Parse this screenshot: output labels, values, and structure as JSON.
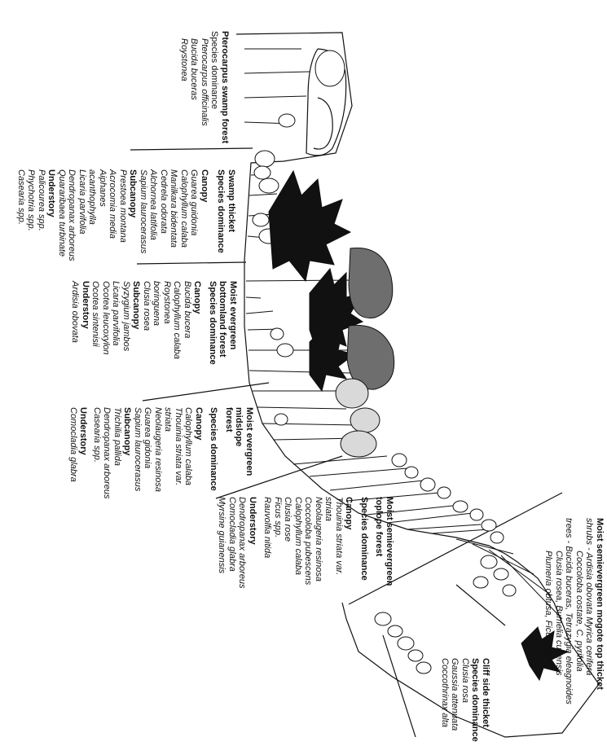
{
  "zones": {
    "pterocarpus": {
      "title": "Pterocarpus swamp forest",
      "sub": "Species dominance",
      "canopy_species": [
        "Pterocarpus officinalis",
        "Bucida buceras",
        "Roystonea"
      ]
    },
    "swamp_thicket": {
      "title": "Swamp thicket",
      "sub": "Species dominance",
      "canopy_heading": "Canopy",
      "canopy_species": [
        "Guarea guidonia",
        "Calophyllum calaba",
        "Manilkara bidentata",
        "Cedrela odorata",
        "Alchornea latifolia",
        "Sapium laurocerasus"
      ],
      "subcanopy_heading": "Subcanopy",
      "subcanopy_species": [
        "Prestoea montana",
        "Aiphanes",
        "acanthophylla",
        "Licaria parvifolia",
        "Dendropanax arboreus",
        "Quararibaea turbinate"
      ],
      "subcanopy_extra": "Acrocomia media",
      "understory_heading": "Understory",
      "understory_species": [
        "Palicourea spp.",
        "Phychotria spp.",
        "Casearia spp."
      ]
    },
    "bottomland": {
      "title_1": "Moist evergreen",
      "title_2": "bottomland forest",
      "sub": "Species dominance",
      "canopy_heading": "Canopy",
      "canopy_species": [
        "Bucida bucera",
        "Calophyllum calaba",
        "Roystonea",
        "boringuena",
        "Clusia rosea"
      ],
      "subcanopy_heading": "Subcanopy",
      "subcanopy_species": [
        "Syzygium jambos",
        "Licaria parvifolia",
        "Ocotea leucoxylon",
        "Ocotea sintenisii"
      ],
      "understory_heading": "Understory",
      "understory_species": [
        "Ardisia obovata"
      ]
    },
    "midslope": {
      "title_1": "Moist evergreen",
      "title_2": "midslope",
      "title_3": "forest",
      "sub": "Species dominance",
      "canopy_heading": "Canopy",
      "canopy_species": [
        "Calophyllum calaba",
        "Thouinia striata var.",
        "striata",
        "Neolaugeria resinosa",
        "Guarea gidonia",
        "Sapium laurocerasus"
      ],
      "subcanopy_heading": "Subcanopy",
      "subcanopy_species": [
        "Trichilia pallida",
        "Dendropanax arboreus",
        "Casearia spp."
      ],
      "understory_heading": "Understory",
      "understory_species": [
        "Comocladia glabra"
      ]
    },
    "toplope": {
      "title_1": "Moist semievergreen",
      "title_2": "toplope forest",
      "sub": "Species dominance",
      "canopy_heading": "Canopy",
      "canopy_species": [
        "Thouinia striata var.",
        "striata",
        "Neolaugeria resinosa",
        "Coccoloba pubescens",
        "Calophyllum calaba",
        "Clusia rose",
        "Ficus spp.",
        "Rauvolfia nitida"
      ],
      "understory_heading": "Understory",
      "understory_species": [
        "Dendropanax arboreus",
        "Comocladia glabra",
        "Myrsine guianensis"
      ]
    },
    "mogote": {
      "title": "Moist semievergreen mogote top thicket",
      "lines": [
        "shrubs - Ardisia obovata   Myrica cerifera",
        "Coccoloba costate, C. pyrifolia",
        "trees - Bucida buceras, Tetrazygia eleagnoides",
        "Clusia rosea,   Bumelia cubensis",
        "Plumeria obtusa,   Ficus spp."
      ]
    },
    "cliff": {
      "title": "Cliff side thicket",
      "sub": "Species dominance",
      "species": [
        "Clusia rosa",
        "Gaussia attenuata",
        "Coccothrinax alta"
      ]
    }
  },
  "colors": {
    "line": "#111111",
    "dark_crown": "#6e6e6e",
    "light_crown": "#d9d9d9",
    "dark_palm": "#111111"
  }
}
